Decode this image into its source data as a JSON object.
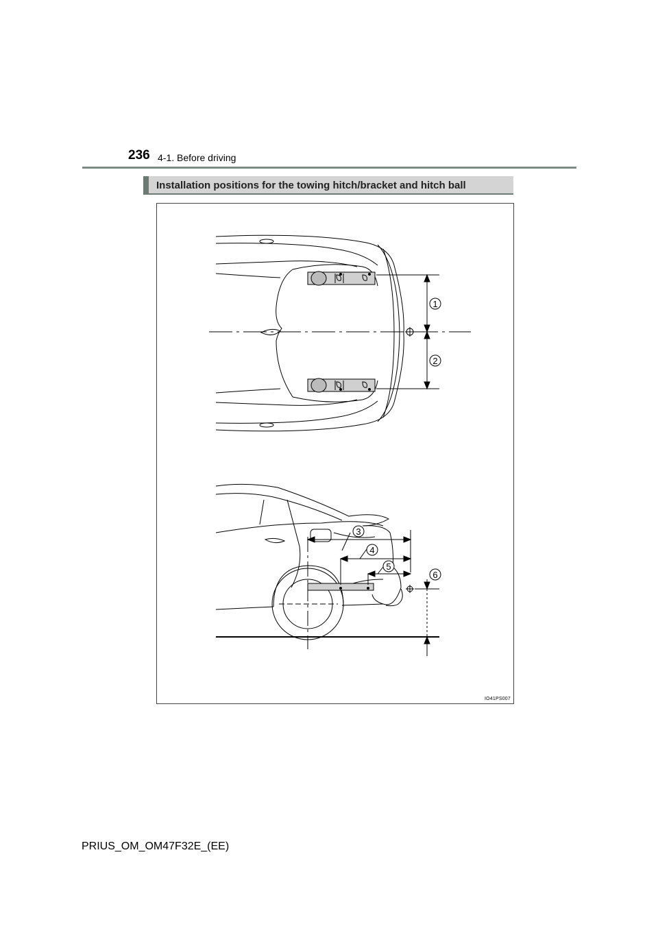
{
  "header": {
    "page_number": "236",
    "section": "4-1. Before driving"
  },
  "heading": {
    "title": "Installation positions for the towing hitch/bracket and hitch ball"
  },
  "figure": {
    "code": "IO41PS007",
    "callouts": [
      "1",
      "2",
      "3",
      "4",
      "5",
      "6"
    ]
  },
  "footer": {
    "doc_id": "PRIUS_OM_OM47F32E_(EE)"
  }
}
